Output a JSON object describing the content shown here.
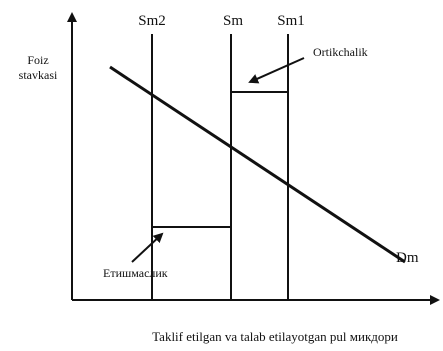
{
  "colors": {
    "ink": "#111111",
    "background": "#ffffff"
  },
  "y_axis": {
    "label_line1": "Foiz",
    "label_line2": "stavkasi"
  },
  "x_axis": {
    "label": "Taklif etilgan va talab etilayotgan pul микдори"
  },
  "supply_lines": [
    {
      "id": "sm2",
      "label": "Sm2"
    },
    {
      "id": "sm",
      "label": "Sm"
    },
    {
      "id": "sm1",
      "label": "Sm1"
    }
  ],
  "demand_curve": {
    "label": "Dm"
  },
  "annotations": {
    "surplus": "Ortikchalik",
    "shortage": "Етишмаслик"
  }
}
